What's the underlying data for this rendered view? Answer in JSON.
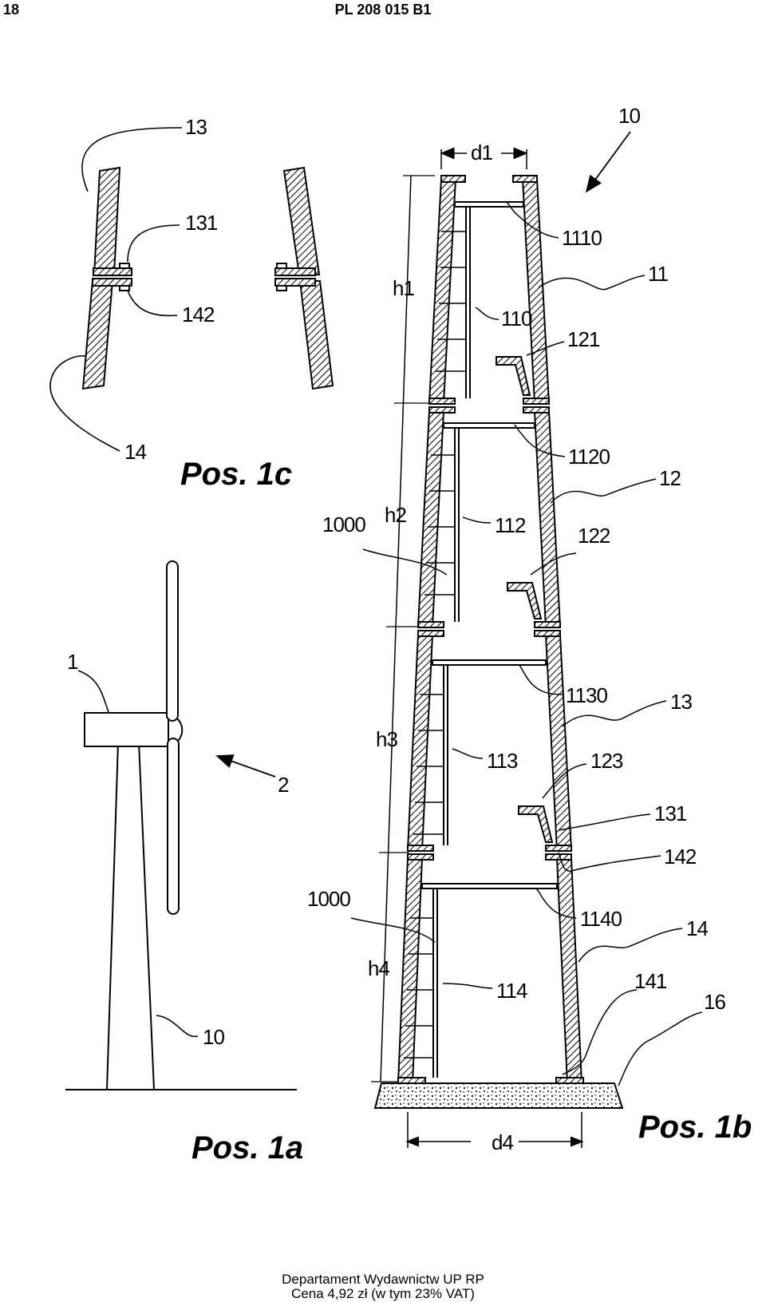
{
  "header": {
    "page_number": "18",
    "document_id": "PL 208 015 B1"
  },
  "figures": {
    "pos_1a": "Pos. 1a",
    "pos_1b": "Pos. 1b",
    "pos_1c": "Pos. 1c"
  },
  "labels_1c": {
    "a": "13",
    "b": "131",
    "c": "142",
    "d": "14"
  },
  "labels_1a": {
    "a": "1",
    "b": "2",
    "c": "10"
  },
  "labels_1b": {
    "tower": "10",
    "d1": "d1",
    "d4": "d4",
    "h1": "h1",
    "h2": "h2",
    "h3": "h3",
    "h4": "h4",
    "l1110": "1110",
    "l11": "11",
    "l110": "110",
    "l121": "121",
    "l1120": "1120",
    "l12": "12",
    "l1000a": "1000",
    "l112": "112",
    "l122": "122",
    "l1130": "1130",
    "l13": "13",
    "l113": "113",
    "l123": "123",
    "l131": "131",
    "l142": "142",
    "l1000b": "1000",
    "l1140": "1140",
    "l14": "14",
    "l141": "141",
    "l16": "16",
    "l114": "114"
  },
  "footer": {
    "line1": "Departament Wydawnictw UP RP",
    "line2": "Cena 4,92 zł (w tym 23% VAT)"
  }
}
